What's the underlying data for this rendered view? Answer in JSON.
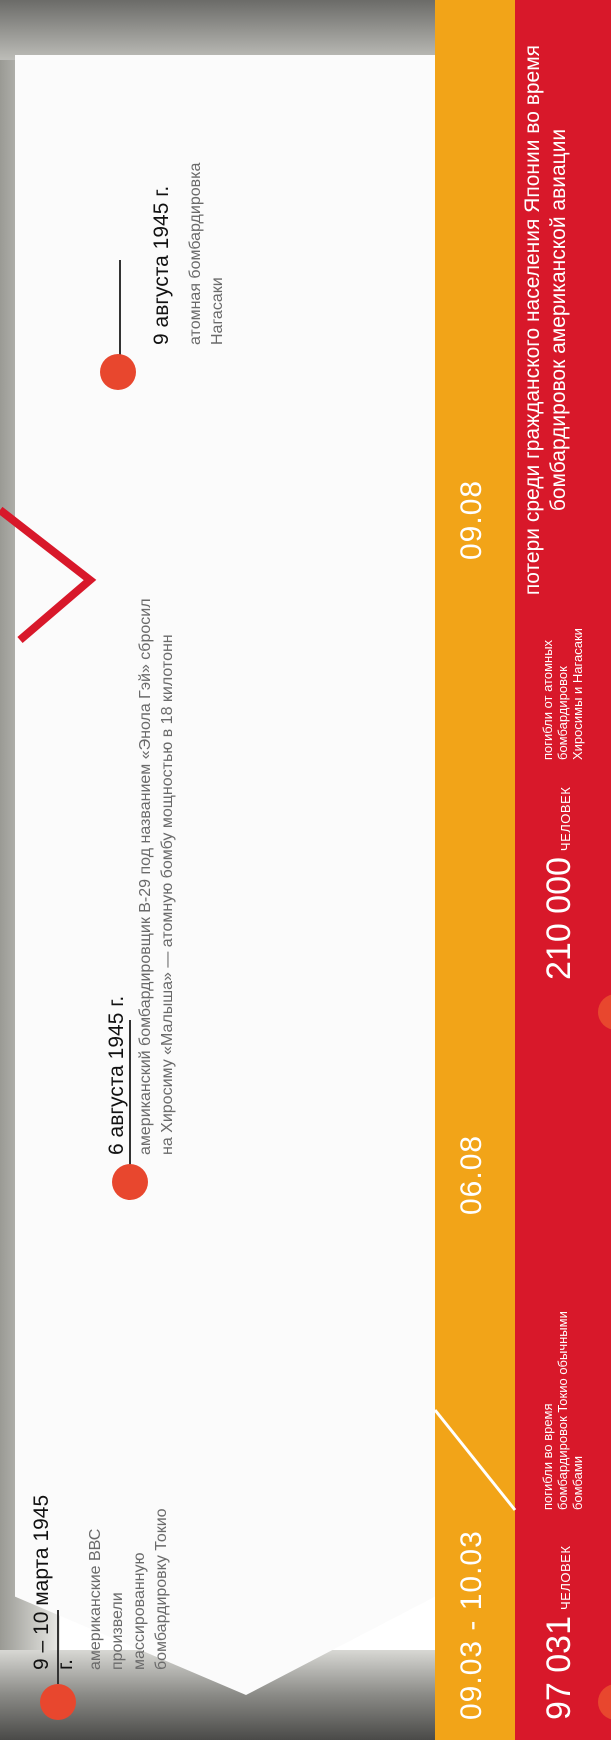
{
  "events": [
    {
      "date_title": "9 – 10 марта 1945 г.",
      "text": "американские ВВС произвели массированную бомбардировку Токио"
    },
    {
      "date_title": "6 августа 1945 г.",
      "text": "американский бомбардировщик B-29 под названием «Энола Гэй» сбросил на Хиросиму «Малыша» — атомную бомбу мощностью в 18 килотонн"
    },
    {
      "date_title": "9 августа 1945 г.",
      "text": "атомная бомбардировка Нагасаки"
    }
  ],
  "timeline": {
    "codes": [
      "09.03 - 10.03",
      "06.08",
      "09.08"
    ]
  },
  "losses": {
    "headline": "потери среди гражданского населения Японии во время бомбардировок американской авиации",
    "tokyo": {
      "number": "97 031",
      "unit": "человек",
      "text": "погибли во время бомбардировок Токио обычными бомбами"
    },
    "atomic": {
      "number": "210 000",
      "unit": "человек",
      "text": "погибли от атомных бомбардировок Хиросимы и Нагасаки"
    }
  },
  "colors": {
    "yellow": "#f2a418",
    "red": "#d8182a",
    "dot": "#e8472e"
  }
}
